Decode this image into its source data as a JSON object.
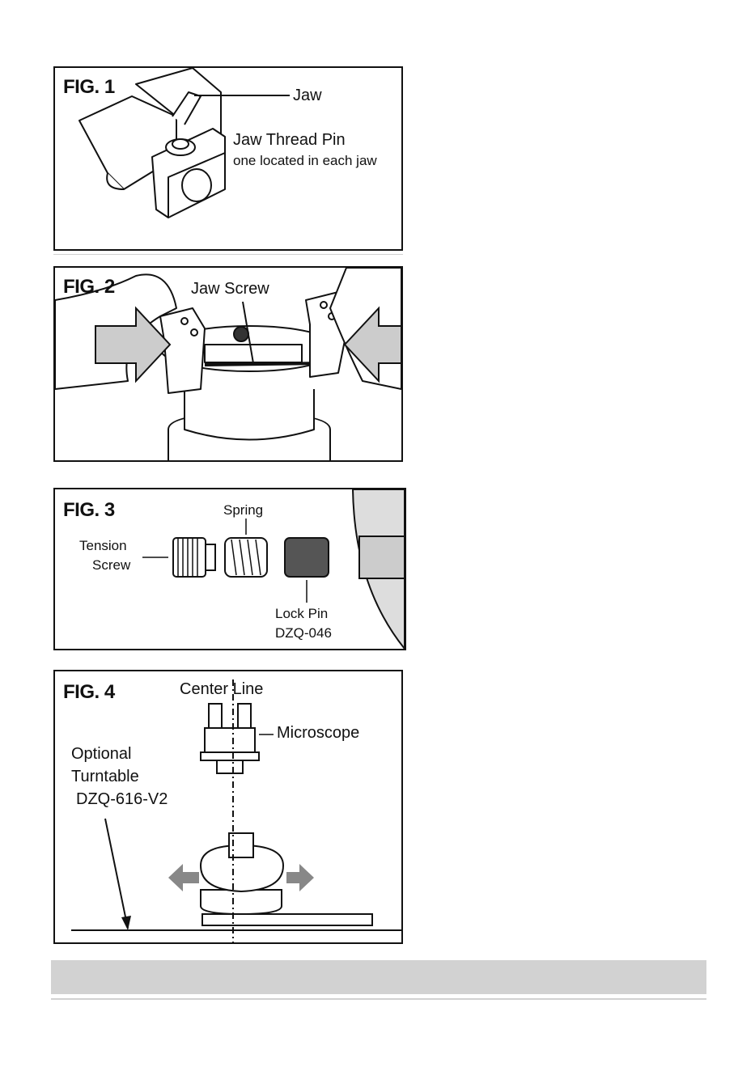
{
  "fig1": {
    "title": "FIG. 1",
    "label_jaw": "Jaw",
    "label_pin": "Jaw Thread Pin",
    "label_pin_note": "one located in each jaw"
  },
  "fig2": {
    "title": "FIG. 2",
    "label_screw": "Jaw Screw"
  },
  "fig3": {
    "title": "FIG. 3",
    "label_spring": "Spring",
    "label_tension_1": "Tension",
    "label_tension_2": "Screw",
    "label_lockpin_1": "Lock Pin",
    "label_lockpin_2": "DZQ-046"
  },
  "fig4": {
    "title": "FIG. 4",
    "label_center": "Center Line",
    "label_microscope": "Microscope",
    "label_optional_1": "Optional",
    "label_optional_2": "Turntable",
    "label_optional_3": "DZQ-616-V2"
  }
}
